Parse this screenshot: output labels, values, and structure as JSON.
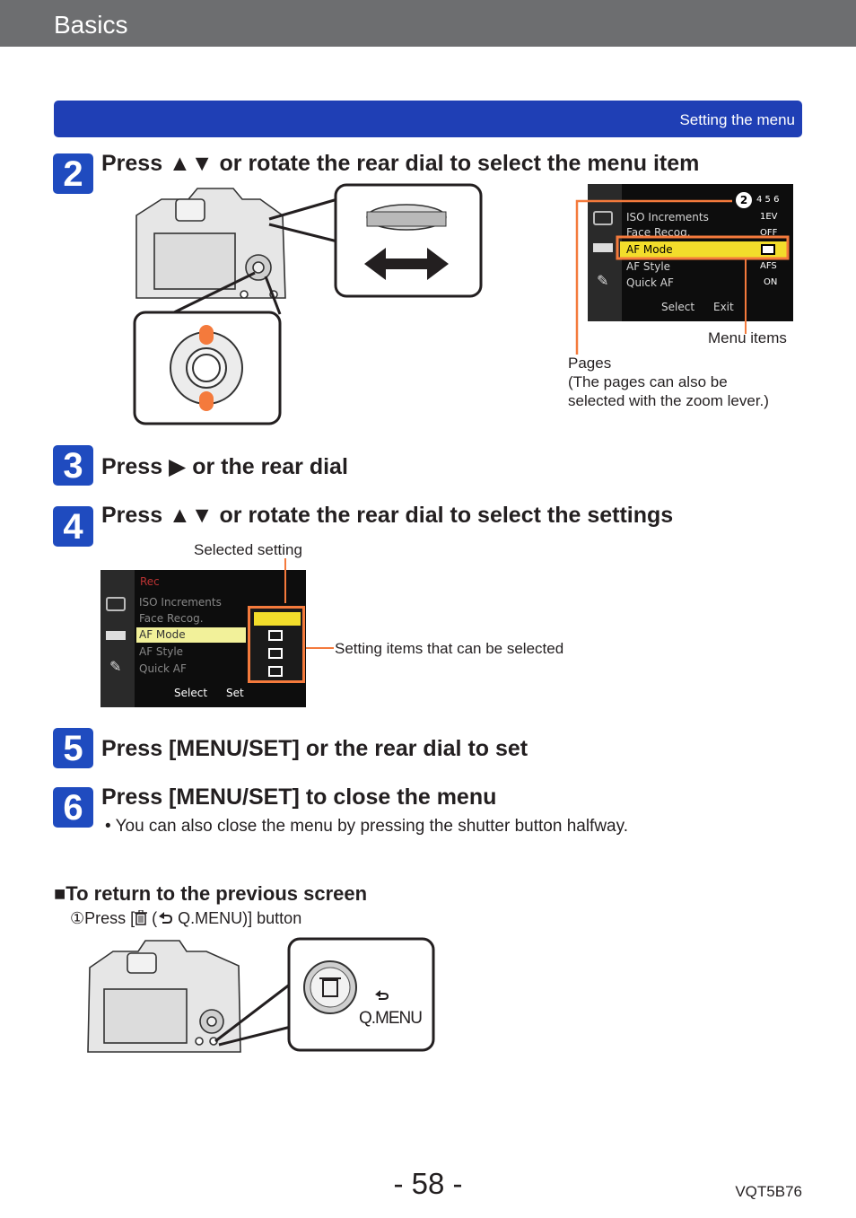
{
  "header": {
    "title": "Basics"
  },
  "section": {
    "label": "Setting the menu"
  },
  "step2": {
    "number": "2",
    "title": "Press ▲▼ or rotate the rear dial to select the menu item",
    "screen": {
      "badge": "2",
      "pages": "4 5 6",
      "items": [
        "ISO Increments",
        "Face Recog.",
        "AF Mode",
        "AF Style",
        "Quick AF"
      ],
      "values": [
        "1EV",
        "OFF",
        "",
        "AFS",
        "ON"
      ],
      "select_label": "Select",
      "exit_label": "Exit"
    },
    "menu_items_label": "Menu items",
    "pages_label": "Pages",
    "pages_note_line1": "(The pages can also be",
    "pages_note_line2": "selected with the zoom lever.)"
  },
  "step3": {
    "number": "3",
    "title": "Press ▶ or the rear dial"
  },
  "step4": {
    "number": "4",
    "title": "Press ▲▼ or rotate the rear dial to select the settings",
    "selected_setting_label": "Selected setting",
    "setting_items_label": "Setting items that can be selected",
    "screen": {
      "rec_label": "Rec",
      "items": [
        "ISO Increments",
        "Face Recog.",
        "AF Mode",
        "AF Style",
        "Quick AF"
      ],
      "select_label": "Select",
      "set_label": "Set"
    }
  },
  "step5": {
    "number": "5",
    "title": "Press [MENU/SET] or the rear dial to set"
  },
  "step6": {
    "number": "6",
    "title": "Press [MENU/SET] to close the menu",
    "note": "• You can also close the menu by pressing the shutter button halfway."
  },
  "return_section": {
    "heading": "■To return to the previous screen",
    "instruction_prefix": "①Press [",
    "instruction_mid": " (",
    "instruction_suffix": " Q.MENU)] button",
    "qmenu_label": "Q.MENU"
  },
  "footer": {
    "page": "- 58 -",
    "code": "VQT5B76"
  },
  "colors": {
    "accent_blue": "#1f4bbf",
    "highlight_orange": "#f47a3c",
    "af_yellow": "#f2dd2b",
    "header_gray": "#6d6e70"
  }
}
